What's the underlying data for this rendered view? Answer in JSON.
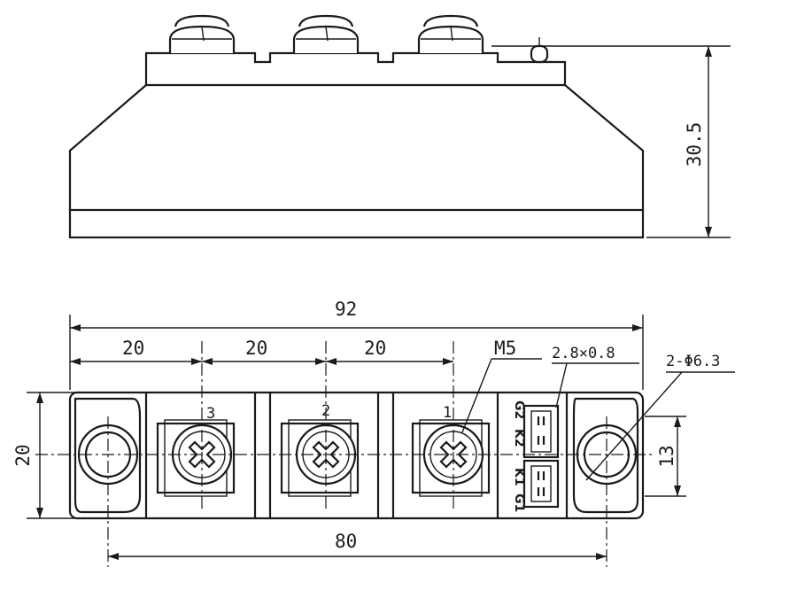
{
  "dimensions": {
    "height_side": "30.5",
    "overall_length": "92",
    "pitch_1": "20",
    "pitch_2": "20",
    "pitch_3": "20",
    "width": "20",
    "mount_spacing": "80",
    "hole_spacing": "13",
    "thread": "M5",
    "tab_size": "2.8×0.8",
    "mount_holes": "2-Φ6.3"
  },
  "terminals": {
    "t3": "3",
    "t2": "2",
    "t1": "1"
  },
  "gate_pins": {
    "g2": "G2",
    "k2": "K2",
    "k1": "K1",
    "g1": "G1"
  }
}
